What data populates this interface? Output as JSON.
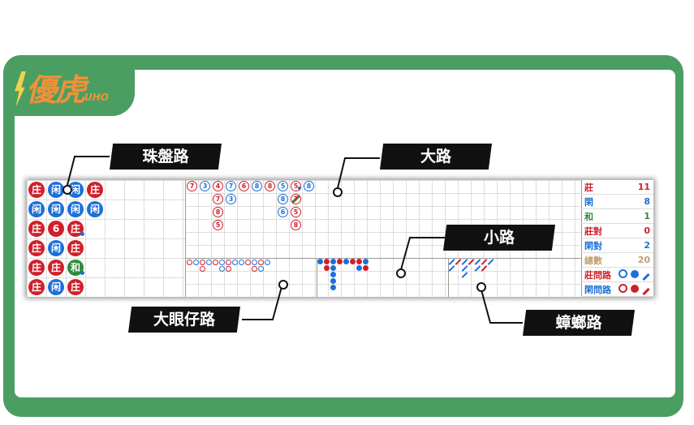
{
  "logo": {
    "text": "優虎",
    "sub": "UHO"
  },
  "labels": {
    "bead_road": "珠盤路",
    "big_road": "大路",
    "small_road": "小路",
    "big_eye_road": "大眼仔路",
    "cockroach_road": "蟑螂路"
  },
  "colors": {
    "banker": "#d0202a",
    "player": "#1d6fd8",
    "tie": "#2e8b3a",
    "frame": "#4a9e62",
    "logo": "#f0913a"
  },
  "bead_road": [
    [
      [
        "庄",
        "b"
      ],
      [
        "闲",
        "p"
      ],
      [
        "庄",
        "b"
      ],
      [
        "庄",
        "b"
      ],
      [
        "庄",
        "b"
      ],
      [
        "庄",
        "b"
      ]
    ],
    [
      [
        "闲",
        "p"
      ],
      [
        "闲",
        "p"
      ],
      [
        "6",
        "b"
      ],
      [
        "闲",
        "p"
      ],
      [
        "庄",
        "b"
      ],
      [
        "闲",
        "p"
      ]
    ],
    [
      [
        "闲",
        "p"
      ],
      [
        "闲",
        "p"
      ],
      [
        "庄",
        "b",
        "pair"
      ],
      [
        "庄",
        "b"
      ],
      [
        "和",
        "t",
        "pair"
      ],
      [
        "庄",
        "b"
      ]
    ],
    [
      [
        "庄",
        "b"
      ],
      [
        "闲",
        "p"
      ]
    ]
  ],
  "big_road": [
    [
      [
        "7",
        "b"
      ]
    ],
    [
      [
        "3",
        "p"
      ]
    ],
    [
      [
        "4",
        "b"
      ],
      [
        "7",
        "b"
      ],
      [
        "8",
        "b"
      ],
      [
        "5",
        "b"
      ]
    ],
    [
      [
        "7",
        "p"
      ],
      [
        "3",
        "p"
      ]
    ],
    [
      [
        "6",
        "b"
      ]
    ],
    [
      [
        "8",
        "p"
      ]
    ],
    [
      [
        "8",
        "b"
      ]
    ],
    [
      [
        "5",
        "p"
      ],
      [
        "8",
        "p"
      ],
      [
        "6",
        "p"
      ]
    ],
    [
      [
        "5",
        "b",
        "pair"
      ],
      [
        "7",
        "b",
        "tie"
      ],
      [
        "5",
        "b"
      ],
      [
        "8",
        "b"
      ]
    ],
    [
      [
        "8",
        "p"
      ]
    ]
  ],
  "big_eye_road": [
    [
      "b",
      "p",
      "b",
      "p",
      "b",
      "p",
      "b",
      "p",
      "p",
      "b",
      "p",
      "b",
      "p"
    ],
    [
      null,
      null,
      "b",
      null,
      null,
      "p",
      "b",
      null,
      null,
      null,
      "b",
      "p"
    ]
  ],
  "small_road": [
    [
      "p",
      "b",
      "p",
      "b",
      "p",
      "b",
      "b",
      "p"
    ],
    [
      null,
      "b",
      "p",
      null,
      null,
      null,
      "p",
      "b"
    ],
    [
      null,
      null,
      "p"
    ],
    [
      null,
      null,
      "p"
    ],
    [
      null,
      null,
      "p"
    ]
  ],
  "cockroach_road": [
    [
      "p",
      "b",
      "p",
      "b",
      "p",
      "b",
      "p"
    ],
    [
      "p",
      null,
      "p",
      null,
      "p",
      "b"
    ],
    [
      null,
      null,
      "p"
    ]
  ],
  "stats": [
    {
      "label": "莊",
      "value": "11",
      "color": "#d0202a"
    },
    {
      "label": "閑",
      "value": "8",
      "color": "#1d6fd8"
    },
    {
      "label": "和",
      "value": "1",
      "color": "#2e8b3a"
    },
    {
      "label": "莊對",
      "value": "0",
      "color": "#d0202a"
    },
    {
      "label": "閑對",
      "value": "2",
      "color": "#1d6fd8"
    },
    {
      "label": "總數",
      "value": "20",
      "color": "#c0a070"
    },
    {
      "label": "莊問路",
      "value": "",
      "color": "#d0202a",
      "ask": "p"
    },
    {
      "label": "閑問路",
      "value": "",
      "color": "#1d6fd8",
      "ask": "b"
    }
  ]
}
